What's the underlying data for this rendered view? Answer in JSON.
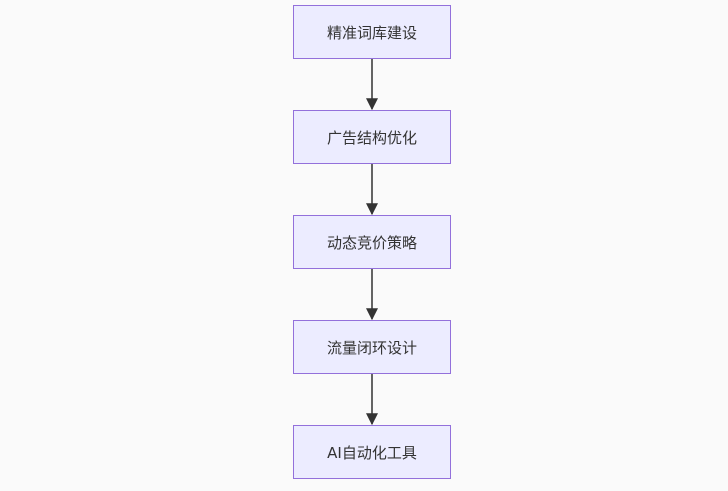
{
  "diagram": {
    "type": "flowchart",
    "direction": "top-down",
    "nodes": [
      {
        "id": "n1",
        "label": "精准词库建设"
      },
      {
        "id": "n2",
        "label": "广告结构优化"
      },
      {
        "id": "n3",
        "label": "动态竞价策略"
      },
      {
        "id": "n4",
        "label": "流量闭环设计"
      },
      {
        "id": "n5",
        "label": "AI自动化工具"
      }
    ],
    "edges": [
      {
        "from": "n1",
        "to": "n2"
      },
      {
        "from": "n2",
        "to": "n3"
      },
      {
        "from": "n3",
        "to": "n4"
      },
      {
        "from": "n4",
        "to": "n5"
      }
    ],
    "colors": {
      "node_fill": "#ececff",
      "node_border": "#9370db",
      "edge": "#333333"
    }
  }
}
